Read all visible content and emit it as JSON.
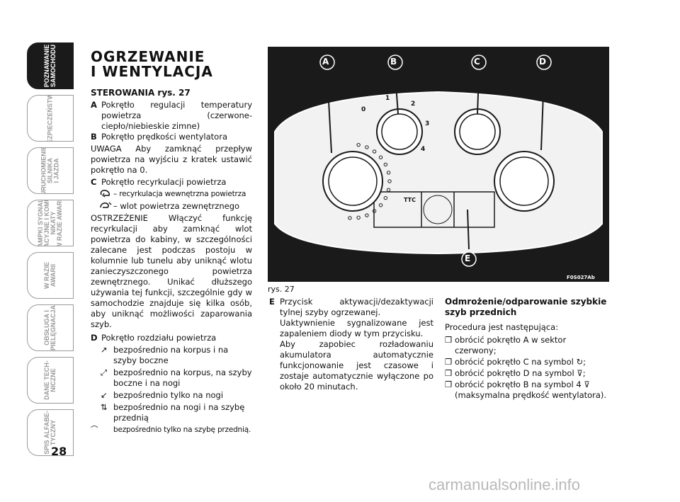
{
  "tabs": [
    {
      "label": "POZNAWANIE\nSAMOCHODU",
      "active": true
    },
    {
      "label": "BEZPIECZEŃSTWO",
      "active": false
    },
    {
      "label": "URUCHOMIENIE\nSILNIKA\nI JAZDA",
      "active": false
    },
    {
      "label": "LAMPKI SYGNALI-\nZACYJNE I KOMU-\nNIKATY\nW RAZIE AWARII",
      "active": false
    },
    {
      "label": "W RAZIE\nAWARII",
      "active": false
    },
    {
      "label": "OBSŁUGA I\nPIELĘGNACJA",
      "active": false
    },
    {
      "label": "DANE TECH-\nNICZNE",
      "active": false
    },
    {
      "label": "SPIS ALFABE-\nTYCZNY",
      "active": false
    }
  ],
  "page_number": "28",
  "title": "OGRZEWANIE\nI WENTYLACJA",
  "subtitle": "STEROWANIA rys. 27",
  "col1": {
    "a_key": "A",
    "a_text": "Pokrętło regulacji temperatury powietrza (czerwone-ciepło/niebieskie zimne)",
    "b_key": "B",
    "b_text": "Pokrętło prędkości wentylatora",
    "uwaga": "UWAGA Aby zamknąć przepływ powietrza na wyjściu z kratek ustawić pokrętło na 0.",
    "c_key": "C",
    "c_text": "Pokrętło recyrkulacji powietrza",
    "c_sym1": "– recyrkulacja wewnętrzna powietrza",
    "c_sym2": "– wlot powietrza zewnętrznego",
    "warning": "OSTRZEŻENIE Włączyć funkcję recyrkulacji aby zamknąć wlot powietrza do kabiny, w szczególności zalecane jest podczas postoju w kolumnie lub tunelu aby uniknąć wlotu zanieczyszczonego powietrza zewnętrznego. Unikać dłuższego używania tej funkcji, szczególnie gdy w samochodzie znajduje się kilka osób, aby uniknąć możliwości zaparowania szyb.",
    "d_key": "D",
    "d_text": "Pokrętło rozdziału powietrza",
    "d_items": [
      "bezpośrednio na korpus i na szyby boczne",
      "bezpośrednio na korpus, na szyby boczne i na nogi",
      "bezpośrednio tylko na nogi",
      "bezpośrednio na nogi i na szybę przednią",
      "bezpośrednio tylko na szybę przednią."
    ]
  },
  "figure": {
    "caption": "rys. 27",
    "code": "F0S027Ab",
    "labels": [
      "A",
      "B",
      "C",
      "D",
      "E"
    ],
    "fan_scale": [
      "0",
      "1",
      "2",
      "3",
      "4"
    ],
    "ttc": "TTC"
  },
  "col2": {
    "e_key": "E",
    "e_text1": "Przycisk aktywacji/dezaktywacji tylnej szyby ogrzewanej.",
    "e_text2": "Uaktywnienie sygnalizowane jest zapaleniem diody w tym przycisku.",
    "e_text3": "Aby zapobiec rozładowaniu akumulatora automatycznie funkcjonowanie jest czasowe i zostaje automatycznie wyłączone po około 20 minutach."
  },
  "col3": {
    "heading": "Odmrożenie/odparowanie szybkie szyb przednich",
    "intro": "Procedura jest następująca:",
    "steps": [
      "obrócić pokrętło A w sektor czerwony;",
      "obrócić pokrętło C na symbol",
      "obrócić pokrętło D na symbol",
      "obrócić pokrętło B na symbol 4",
      "(maksymalna prędkość wentylatora)."
    ],
    "bullet": "❐"
  },
  "watermark": "carmanualsonline.info",
  "colors": {
    "dark": "#1a1a1a",
    "panel": "#f2f2f2",
    "tab_inactive": "#9a9a9a"
  }
}
